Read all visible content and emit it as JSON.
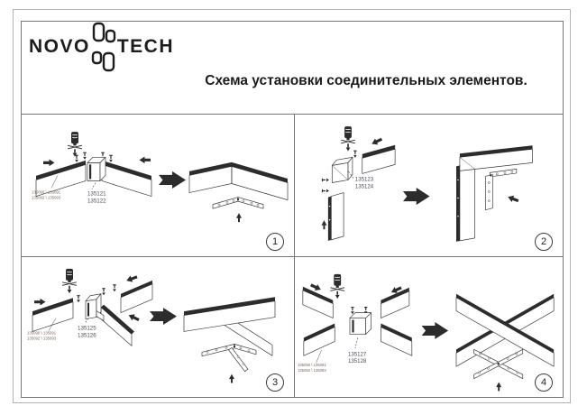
{
  "colors": {
    "ink": "#3a3a3a",
    "ink2": "#2c2c2c",
    "label-code": "#4a4a55",
    "label-track": "#7d6160",
    "frame-outer": "#b3b3b3",
    "frame-inner": "#757575",
    "bg": "#ffffff"
  },
  "logo": {
    "part1": "NOVO",
    "part2": "TECH"
  },
  "header": {
    "title": "Схема установки соединительных элементов."
  },
  "panels": [
    {
      "number": "1",
      "codes": [
        "135121",
        "135122"
      ],
      "track_codes": [
        "135090 \\ 135091",
        "135092 \\ 135093"
      ]
    },
    {
      "number": "2",
      "codes": [
        "135123",
        "135124"
      ],
      "track_codes": []
    },
    {
      "number": "3",
      "codes": [
        "135125",
        "135126"
      ],
      "track_codes": [
        "135090 \\ 135091",
        "135092 \\ 135093"
      ]
    },
    {
      "number": "4",
      "codes": [
        "135127",
        "135128"
      ],
      "track_codes": [
        "135090 \\ 135091",
        "135092 \\ 135093"
      ]
    }
  ]
}
